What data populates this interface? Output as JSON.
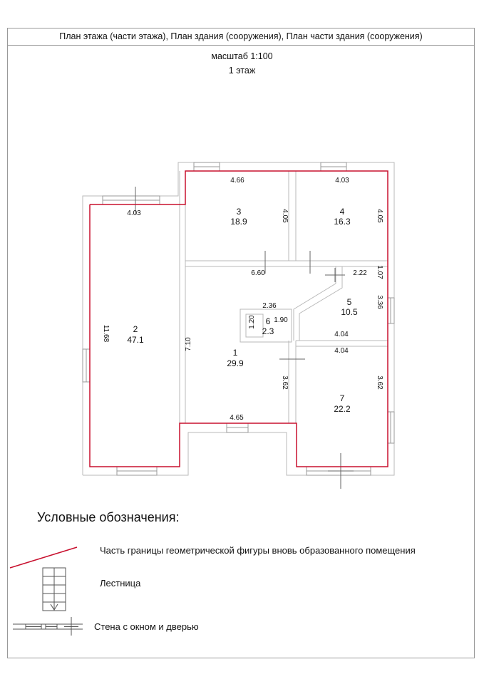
{
  "header": {
    "title": "План этажа (части этажа), План здания (сооружения), План части здания (сооружения)",
    "scale": "масштаб 1:100",
    "floor": "1 этаж"
  },
  "rooms": [
    {
      "number": "1",
      "area": "29.9"
    },
    {
      "number": "2",
      "area": "47.1"
    },
    {
      "number": "3",
      "area": "18.9"
    },
    {
      "number": "4",
      "area": "16.3"
    },
    {
      "number": "5",
      "area": "10.5"
    },
    {
      "number": "6",
      "area": "2.3"
    },
    {
      "number": "7",
      "area": "22.2"
    }
  ],
  "dimensions": {
    "room2_top": "4.03",
    "room2_side": "11.68",
    "room3_top": "4.66",
    "room3_side": "4.05",
    "room4_top": "4.03",
    "room4_side": "4.05",
    "room1_top": "6.60",
    "room1_side": "7.10",
    "room1_bottom": "4.65",
    "room1_lower_side": "3.62",
    "room6_top": "2.36",
    "room6_left": "1.20",
    "room6_right": "1.90",
    "room5_top": "2.22",
    "room5_side_upper": "1.07",
    "room5_side": "3.36",
    "room5_bottom": "4.04",
    "room7_top": "4.04",
    "room7_side": "3.62"
  },
  "legend": {
    "title": "Условные обозначения:",
    "boundary": "Часть границы геометрической фигуры вновь образованного помещения",
    "stairs": "Лестница",
    "wall": "Стена с окном и дверью"
  },
  "colors": {
    "boundary": "#c8102e",
    "wall": "#bbbbbb",
    "text": "#111111"
  }
}
